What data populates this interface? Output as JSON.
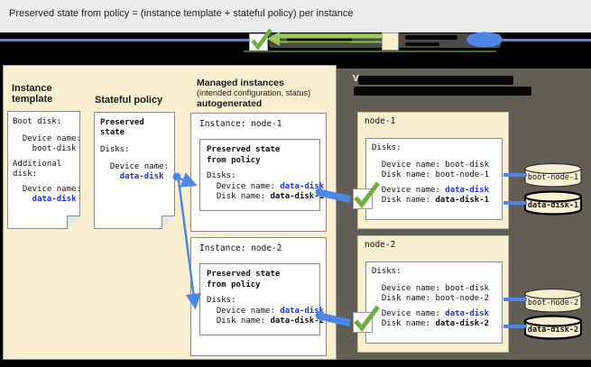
{
  "title": "Preserved state from policy = (instance template + stateful policy) per instance",
  "colors": {
    "titlebar_bg": "#ECECEC",
    "cream": "#FBEFD1",
    "dark_panel": "#625E55",
    "accent_blue": "#4E86E8",
    "text_blue": "#2233E6",
    "check_green": "#6FAE3C",
    "legend_green": "#9CCB5C"
  },
  "legend": {
    "check_icon": "green-checkmark",
    "arrow_icon": "green-arrow-left",
    "vm_swatch_icon": "cream-vm-swatch",
    "disk_icon": "blue-disk-ellipse"
  },
  "instance_template": {
    "label_line1": "Instance",
    "label_line2": "template",
    "card": {
      "l1": "Boot disk:",
      "l2": "  Device name:",
      "l3": "    boot-disk",
      "l4": "Additional",
      "l5": "disk:",
      "l6": "  Device name:",
      "l7": "    data-disk"
    }
  },
  "stateful_policy": {
    "label": "Stateful policy",
    "card": {
      "h1": "Preserved",
      "h2": "state",
      "l1": "Disks:",
      "l2": "  Device name:",
      "l3": "    data-disk"
    }
  },
  "managed": {
    "header1": "Managed instances",
    "header2": "(intended configuration, status)",
    "header3": "autogenerated",
    "instances": [
      {
        "title": "Instance: node-1",
        "ps1": "Preserved state",
        "ps2": "from policy",
        "disks": "Disks:",
        "device_label": "  Device name: ",
        "device_value": "data-disk",
        "disk_label": "  Disk name: ",
        "disk_value": "data-disk-1"
      },
      {
        "title": "Instance: node-2",
        "ps1": "Preserved state",
        "ps2": "from policy",
        "disks": "Disks:",
        "device_label": "  Device name: ",
        "device_value": "data-disk",
        "disk_label": "  Disk name: ",
        "disk_value": "data-disk-2"
      }
    ]
  },
  "vms": [
    {
      "title": "node-1",
      "disks": "Disks:",
      "boot_device": "  Device name: boot-disk",
      "boot_disk": "  Disk name: boot-node-1",
      "data_device_label": "  Device name: ",
      "data_device_value": "data-disk",
      "data_disk_label": "  Disk name: ",
      "data_disk_value": "data-disk-1"
    },
    {
      "title": "node-2",
      "disks": "Disks:",
      "boot_device": "  Device name: boot-disk",
      "boot_disk": "  Disk name: boot-node-2",
      "data_device_label": "  Device name: ",
      "data_device_value": "data-disk",
      "data_disk_label": "  Disk name: ",
      "data_disk_value": "data-disk-2"
    }
  ],
  "disks": [
    {
      "name": "boot-node-1"
    },
    {
      "name": "data-disk-1"
    },
    {
      "name": "boot-node-2"
    },
    {
      "name": "data-disk-2"
    }
  ]
}
